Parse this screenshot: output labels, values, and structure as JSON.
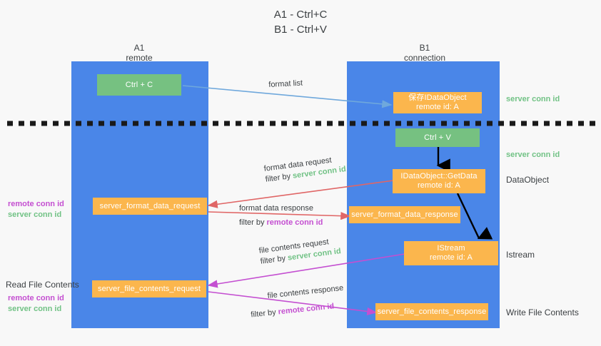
{
  "title": {
    "line1": "A1 - Ctrl+C",
    "line2": "B1 - Ctrl+V"
  },
  "colors": {
    "lane": "#4a86e8",
    "green_box": "#76c181",
    "orange_box": "#fbb64d",
    "server_conn_id": "#71c285",
    "remote_conn_id": "#c44fd1",
    "arrow_blue": "#6fa8dc",
    "arrow_red": "#e06666",
    "arrow_magenta": "#c44fd1",
    "arrow_black": "#000000",
    "background": "#f8f8f8",
    "text": "#3c4043"
  },
  "columns": [
    {
      "name": "A1",
      "sub": "remote"
    },
    {
      "name": "B1",
      "sub": "connection"
    }
  ],
  "boxes": {
    "ctrl_c": {
      "label": "Ctrl + C"
    },
    "save_idataobject": {
      "line1": "保存IDataObject",
      "line2": "remote id: A"
    },
    "ctrl_v": {
      "label": "Ctrl + V"
    },
    "getdata": {
      "line1": "IDataObject::GetData",
      "line2": "remote id: A"
    },
    "server_format_data_request": {
      "label": "server_format_data_request"
    },
    "server_format_data_response": {
      "label": "server_format_data_response"
    },
    "istream": {
      "line1": "IStream",
      "line2": "remote id: A"
    },
    "server_file_contents_request": {
      "label": "server_file_contents_request"
    },
    "server_file_contents_response": {
      "label": "server_file_contents_response"
    }
  },
  "arrow_labels": {
    "format_list": "format list",
    "format_data_request": "format data request",
    "format_data_request_filter_prefix": "filter by ",
    "format_data_request_filter_value": "server conn id",
    "format_data_response": "format data response",
    "format_data_response_filter_prefix": "filter by ",
    "format_data_response_filter_value": "remote conn id",
    "file_contents_request": "file contents request",
    "file_contents_request_filter_prefix": "filter by ",
    "file_contents_request_filter_value": "server conn id",
    "file_contents_response": "file contents response",
    "file_contents_response_filter_prefix": "filter by ",
    "file_contents_response_filter_value": "remote conn id"
  },
  "right_labels": {
    "server_conn_id_top": "server conn id",
    "server_conn_id_mid": "server conn id",
    "dataobject": "DataObject",
    "istream": "Istream",
    "write_file_contents": "Write File Contents"
  },
  "left_labels": {
    "remote_conn_id_1": "remote conn id",
    "server_conn_id_1": "server conn id",
    "read_file_contents": "Read File Contents",
    "remote_conn_id_2": "remote conn id",
    "server_conn_id_2": "server conn id"
  }
}
